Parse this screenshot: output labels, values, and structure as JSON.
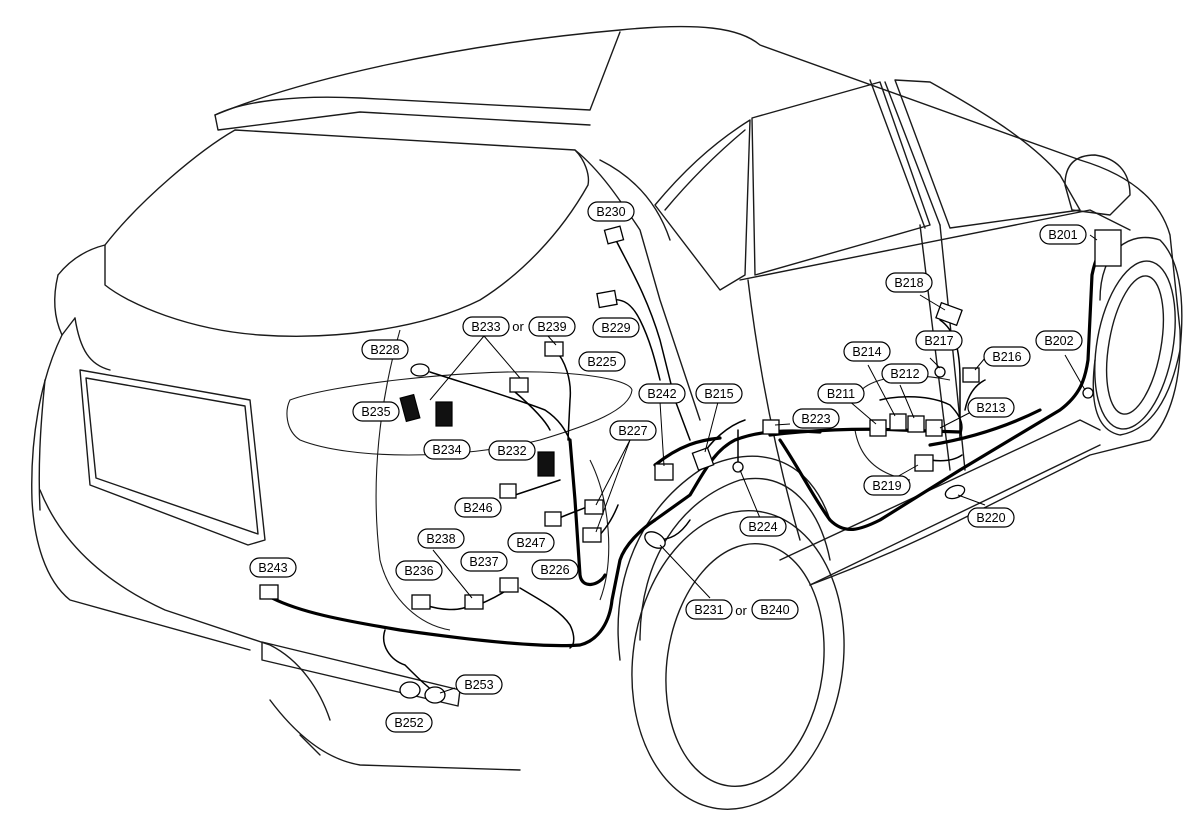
{
  "labels": {
    "B201": "B201",
    "B202": "B202",
    "B211": "B211",
    "B212": "B212",
    "B213": "B213",
    "B214": "B214",
    "B215": "B215",
    "B216": "B216",
    "B217": "B217",
    "B218": "B218",
    "B219": "B219",
    "B220": "B220",
    "B223": "B223",
    "B224": "B224",
    "B225": "B225",
    "B226": "B226",
    "B227": "B227",
    "B228": "B228",
    "B229": "B229",
    "B230": "B230",
    "B231": "B231",
    "B232": "B232",
    "B233": "B233",
    "B234": "B234",
    "B235": "B235",
    "B236": "B236",
    "B237": "B237",
    "B238": "B238",
    "B239": "B239",
    "B240": "B240",
    "B242": "B242",
    "B243": "B243",
    "B246": "B246",
    "B247": "B247",
    "B252": "B252",
    "B253": "B253"
  },
  "or_connector": "or",
  "colors": {
    "line": "#1a1a1a",
    "harness": "#000000",
    "background": "#ffffff"
  }
}
